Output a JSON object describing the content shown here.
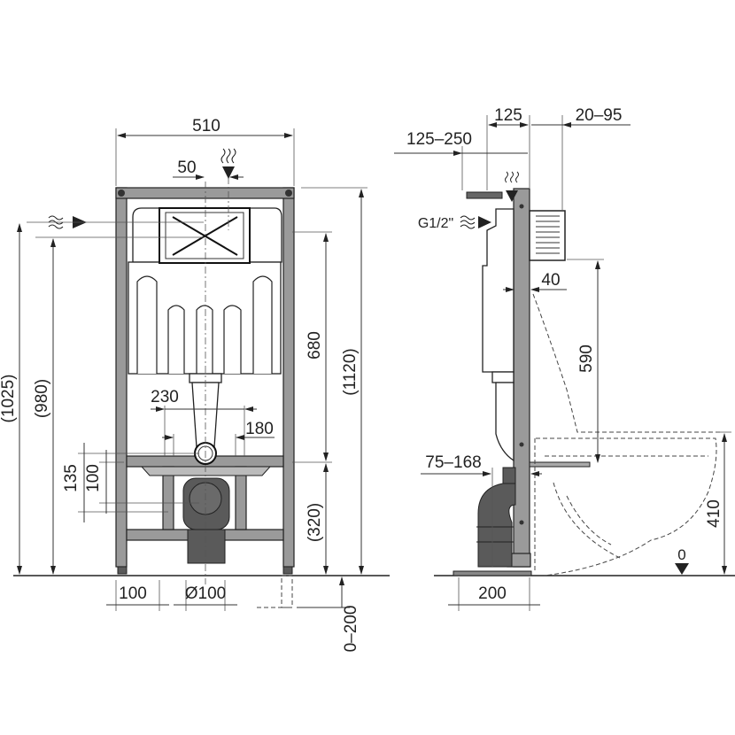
{
  "front_view": {
    "width_total": "510",
    "inlet_offset": "50",
    "height_680": "680",
    "height_total": "(1120)",
    "height_1025": "(1025)",
    "height_980": "(980)",
    "bolt_spacing_230": "230",
    "bolt_spacing_180": "180",
    "height_135": "135",
    "height_100": "100",
    "height_320": "(320)",
    "foot_100": "100",
    "drain_diameter": "Ø100",
    "foot_adjust": "0–200"
  },
  "side_view": {
    "depth_125": "125",
    "depth_20_95": "20–95",
    "depth_125_250": "125–250",
    "inlet_thread": "G1/2\"",
    "offset_40": "40",
    "height_590": "590",
    "drain_75_168": "75–168",
    "seat_height_410": "410",
    "floor_zero": "0",
    "base_200": "200"
  }
}
